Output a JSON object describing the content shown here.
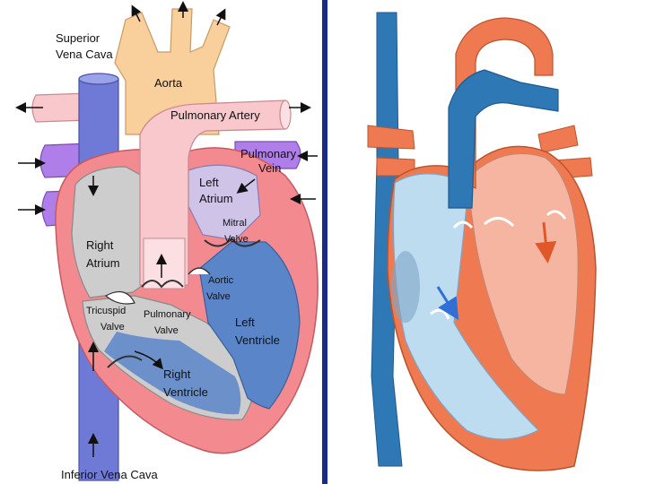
{
  "left_diagram": {
    "labels": {
      "superior_vena_cava_1": "Superior",
      "superior_vena_cava_2": "Vena Cava",
      "aorta": "Aorta",
      "pulmonary_artery": "Pulmonary Artery",
      "pulmonary_vein_1": "Pulmonary",
      "pulmonary_vein_2": "Vein",
      "left_atrium_1": "Left",
      "left_atrium_2": "Atrium",
      "mitral_valve_1": "Mitral",
      "mitral_valve_2": "Valve",
      "right_atrium_1": "Right",
      "right_atrium_2": "Atrium",
      "aortic_valve_1": "Aortic",
      "aortic_valve_2": "Valve",
      "tricuspid_valve_1": "Tricuspid",
      "tricuspid_valve_2": "Valve",
      "pulmonary_valve_1": "Pulmonary",
      "pulmonary_valve_2": "Valve",
      "left_ventricle_1": "Left",
      "left_ventricle_2": "Ventricle",
      "right_ventricle_1": "Right",
      "right_ventricle_2": "Ventricle",
      "inferior_vena_cava": "Inferior Vena Cava"
    }
  },
  "colors": {
    "vena_cava_blue": "#6f79d6",
    "aorta_peach": "#f9cf9c",
    "pulmonary_pink": "#f8c8cc",
    "pulmonary_vein_purple": "#b07ee8",
    "heart_wall_salmon": "#f28a90",
    "left_ventricle_blue": "#5a86c9",
    "right_atrium_gray": "#cdcdcd",
    "divider_navy": "#1a2a8a",
    "right_heart_blue": "#2f78b6",
    "right_heart_orange": "#ef7a52",
    "right_heart_light_blue": "#bedcf0",
    "right_heart_light_orange": "#f6b5a0"
  }
}
